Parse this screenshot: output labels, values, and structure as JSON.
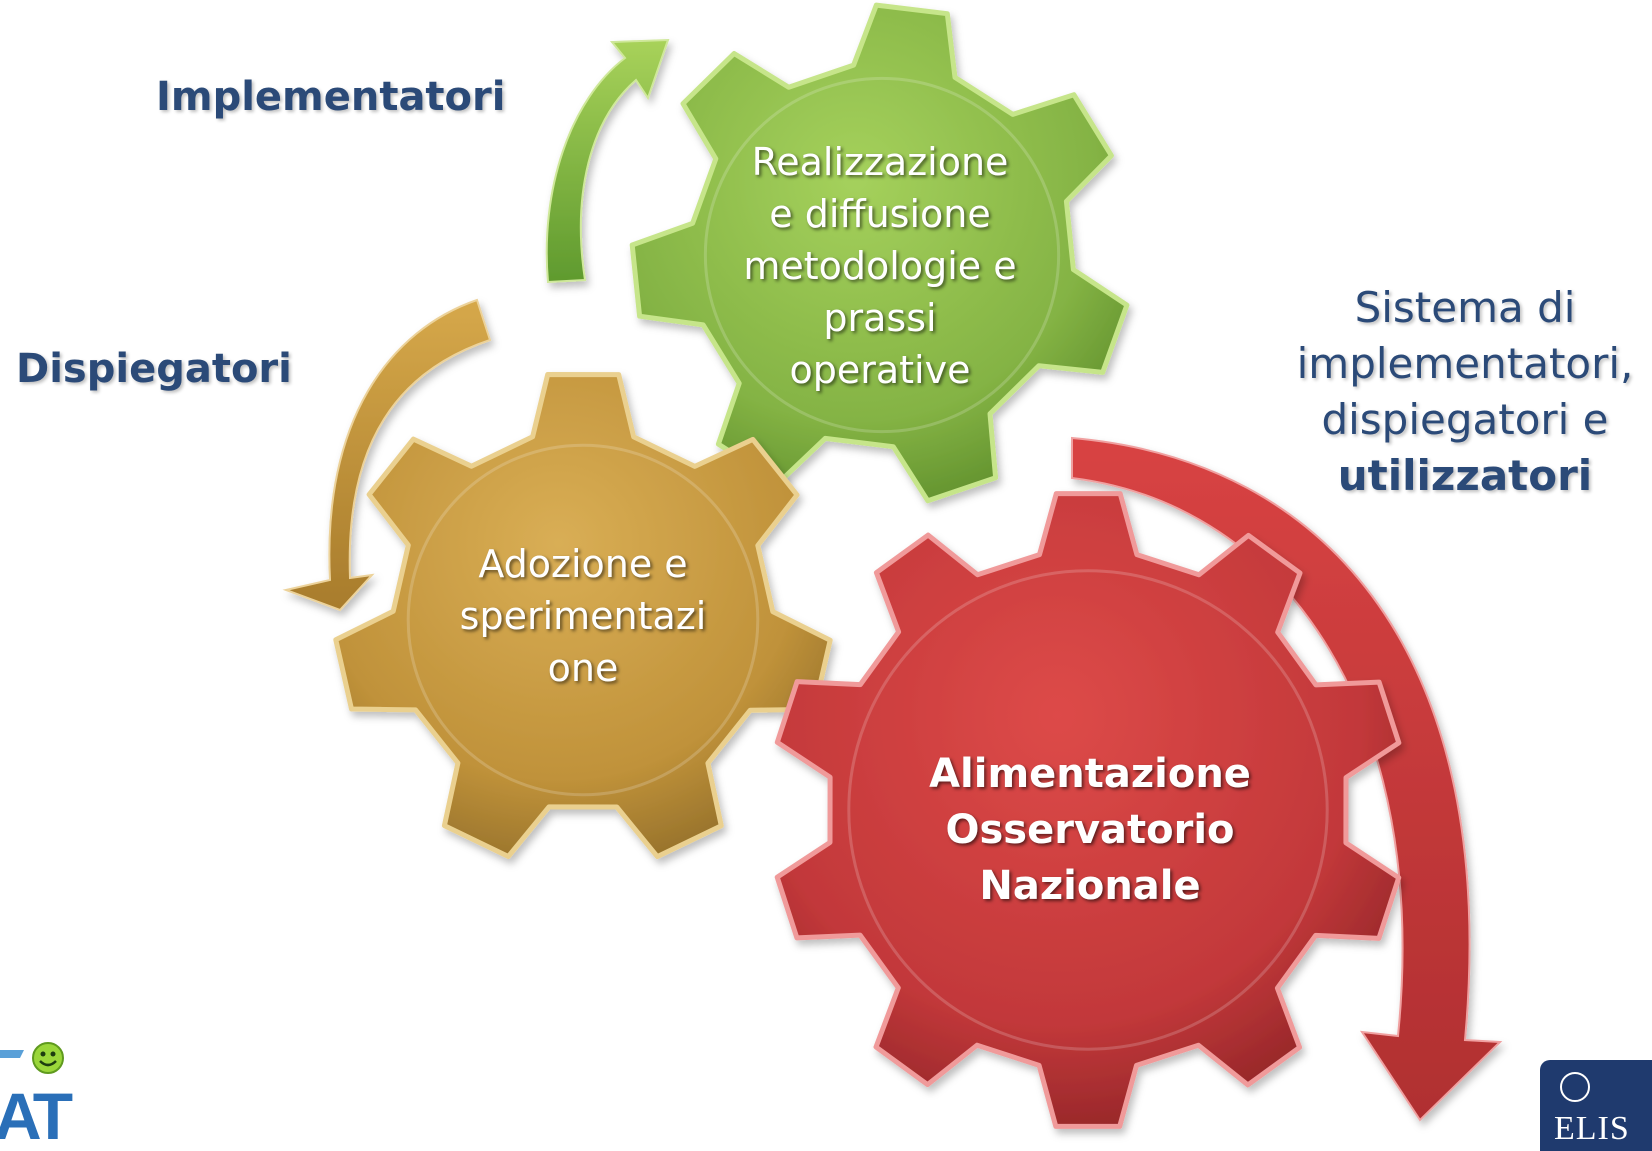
{
  "labels": {
    "implementatori": "Implementatori",
    "dispiegatori": "Dispiegatori",
    "sistema_line1": "Sistema di",
    "sistema_line2": "implementatori,",
    "sistema_line3": "dispiegatori e",
    "sistema_line4": "utilizzatori"
  },
  "gears": {
    "green": {
      "lines": [
        "Realizzazione",
        "e diffusione",
        "metodologie e",
        "prassi",
        "operative"
      ],
      "color": "#8dbb47"
    },
    "gold": {
      "lines": [
        "Adozione e",
        "sperimentazi",
        "one"
      ],
      "color": "#c79a3c"
    },
    "red": {
      "lines": [
        "Alimentazione",
        "Osservatorio",
        "Nazionale"
      ],
      "color": "#c83a3a"
    }
  },
  "logos": {
    "left_icon": "smiley-logo-icon",
    "left_text": "AT",
    "right_text": "ELIS"
  }
}
